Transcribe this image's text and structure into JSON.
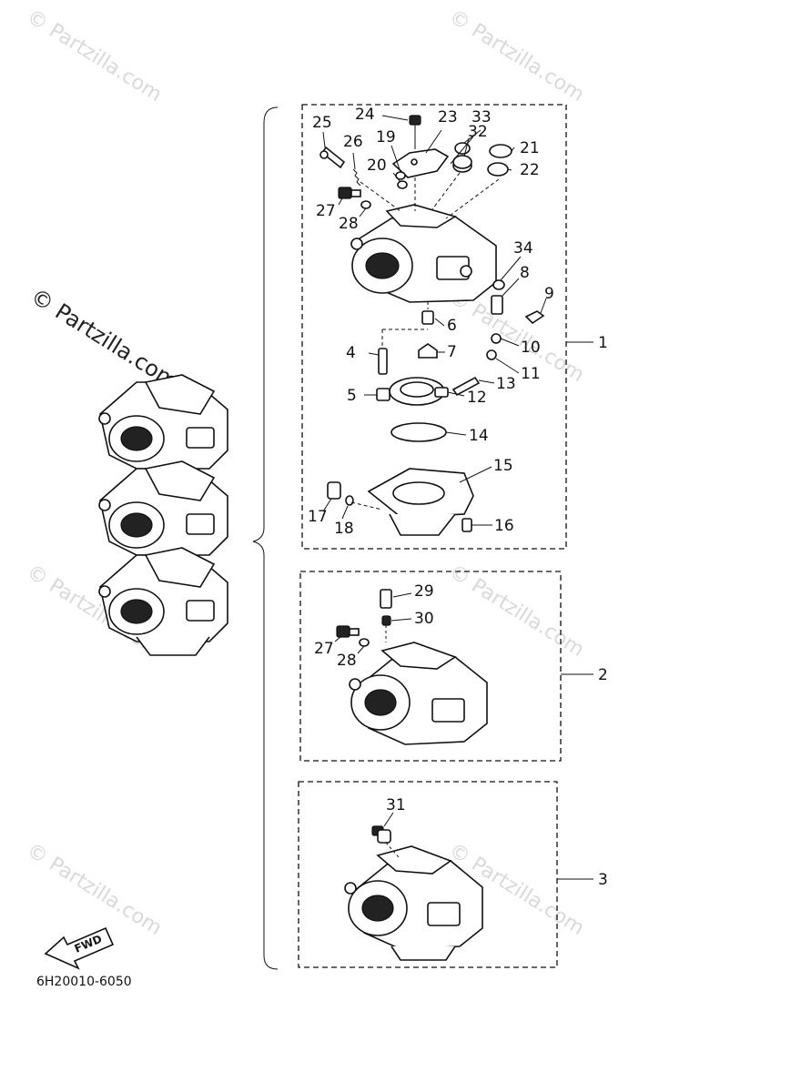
{
  "watermark": {
    "text": "© Partzilla.com"
  },
  "diagram_code": "6H20010-6050",
  "fwd_label": "FWD",
  "assemblies": [
    {
      "ref": "1",
      "callouts": [
        "25",
        "24",
        "23",
        "33",
        "32",
        "21",
        "22",
        "19",
        "26",
        "20",
        "27",
        "28",
        "34",
        "8",
        "9",
        "6",
        "10",
        "4",
        "7",
        "11",
        "13",
        "5",
        "12",
        "14",
        "15",
        "17",
        "18",
        "16"
      ]
    },
    {
      "ref": "2",
      "callouts": [
        "29",
        "30",
        "27",
        "28"
      ]
    },
    {
      "ref": "3",
      "callouts": [
        "31"
      ]
    }
  ],
  "labels": {
    "c1": "1",
    "c2": "2",
    "c3": "3",
    "c4": "4",
    "c5": "5",
    "c6": "6",
    "c7": "7",
    "c8": "8",
    "c9": "9",
    "c10": "10",
    "c11": "11",
    "c12": "12",
    "c13": "13",
    "c14": "14",
    "c15": "15",
    "c16": "16",
    "c17": "17",
    "c18": "18",
    "c19": "19",
    "c20": "20",
    "c21": "21",
    "c22": "22",
    "c23": "23",
    "c24": "24",
    "c25": "25",
    "c26": "26",
    "c27": "27",
    "c28": "28",
    "c27b": "27",
    "c28b": "28",
    "c29": "29",
    "c30": "30",
    "c31": "31",
    "c32": "32",
    "c33": "33",
    "c34": "34"
  }
}
